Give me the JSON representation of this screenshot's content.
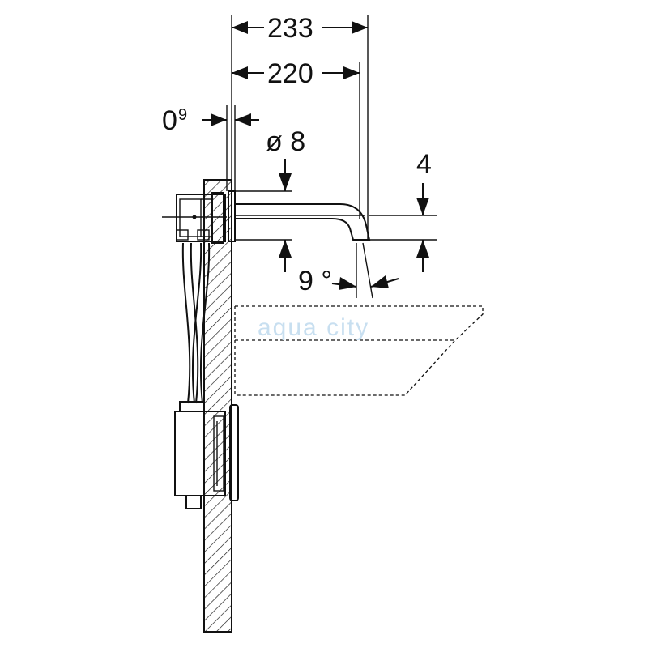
{
  "dimensions": {
    "overall_projection": "233",
    "spout_projection": "220",
    "wall_offset": "0",
    "wall_offset_sup": "9",
    "spout_diameter": "ø 8",
    "outlet_height": "4",
    "angle": "9 °"
  },
  "watermark": "aqua city",
  "colors": {
    "line": "#111111",
    "watermark": "#c8dff0",
    "background": "#ffffff"
  }
}
